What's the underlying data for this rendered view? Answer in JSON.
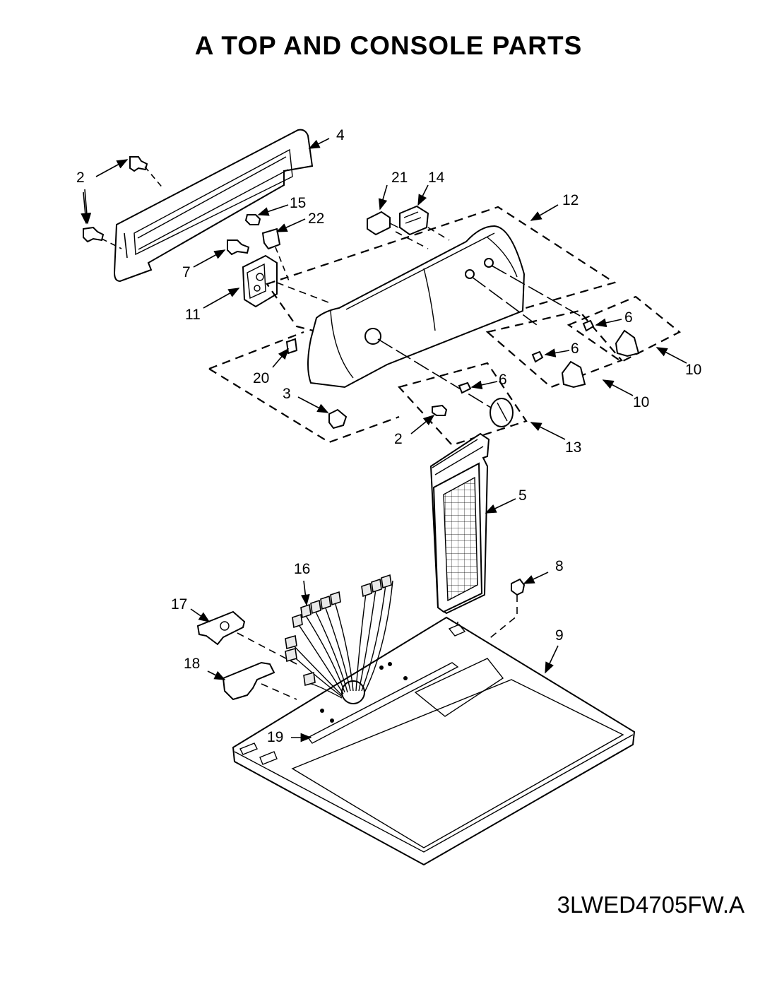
{
  "title": "A TOP AND CONSOLE PARTS",
  "model_code": "3LWED4705FW.A",
  "callouts": [
    "2",
    "4",
    "2",
    "21",
    "14",
    "12",
    "15",
    "22",
    "7",
    "11",
    "6",
    "6",
    "10",
    "20",
    "3",
    "6",
    "10",
    "2",
    "13",
    "5",
    "16",
    "8",
    "17",
    "9",
    "18",
    "19"
  ]
}
